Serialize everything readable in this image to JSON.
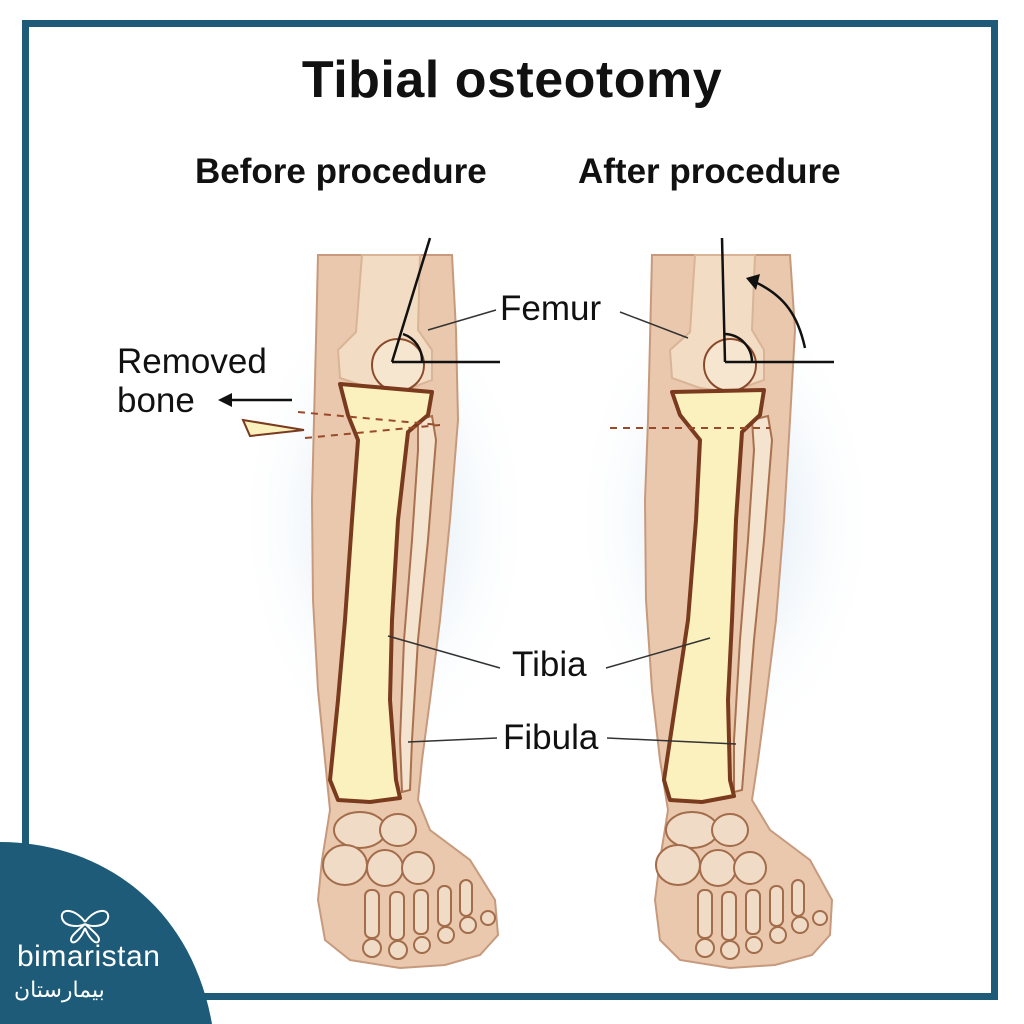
{
  "title": "Tibial osteotomy",
  "panels": {
    "before_label": "Before procedure",
    "after_label": "After procedure"
  },
  "labels": {
    "femur": "Femur",
    "removed_bone": "Removed bone",
    "tibia": "Tibia",
    "fibula": "Fibula"
  },
  "logo": {
    "name": "bimaristan",
    "arabic": "بيمارستان",
    "icon": "butterfly-icon"
  },
  "colors": {
    "frame": "#1d5b78",
    "bone": "#fbf1be",
    "bone_outline": "#7a3a1e",
    "skin": "#e9c8ad"
  }
}
